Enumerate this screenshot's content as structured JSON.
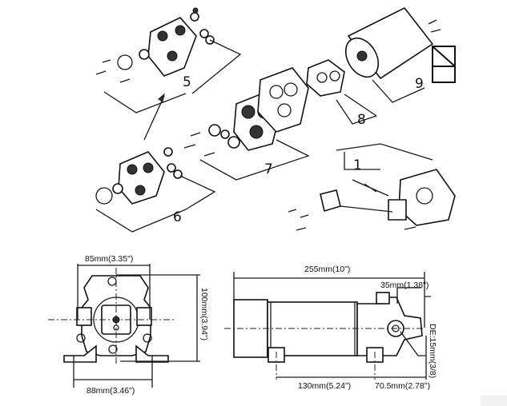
{
  "exploded_view": {
    "part_labels": [
      "5",
      "6",
      "7",
      "8",
      "9",
      "1"
    ]
  },
  "front_view": {
    "width_top": "85mm(3.35\")",
    "height": "100mm(3.94\")",
    "width_base": "88mm(3.46\")"
  },
  "side_view": {
    "overall_length": "255mm(10\")",
    "port_offset": "35mm(1.38\")",
    "port_diameter": "DE:15mm(3/8)",
    "mount_spacing": "130mm(5.24\")",
    "mount_to_end": "70.5mm(2.78\")"
  }
}
